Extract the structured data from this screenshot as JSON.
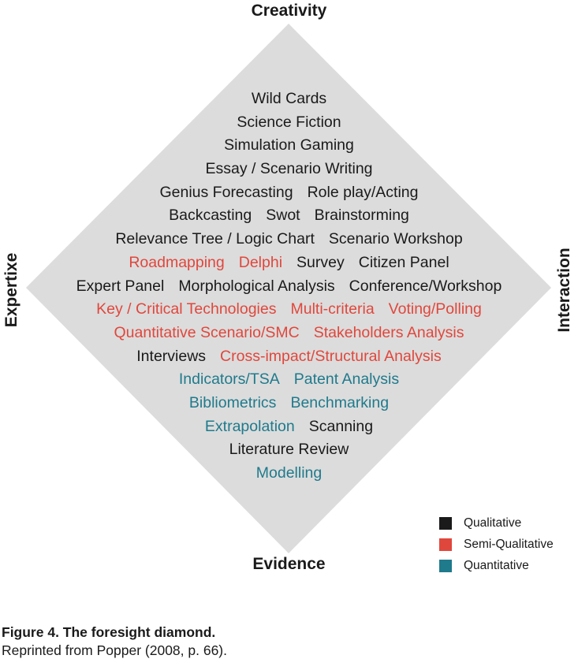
{
  "axes": {
    "top": "Creativity",
    "bottom": "Evidence",
    "left": "Expertixe",
    "right": "Interaction"
  },
  "colors": {
    "diamond": "#dcdcdc",
    "qualitative": "#1a1a1a",
    "semi": "#e0473c",
    "quantitative": "#1f7a8c"
  },
  "rows": [
    [
      {
        "text": "Wild Cards",
        "type": "qualitative"
      }
    ],
    [
      {
        "text": "Science Fiction",
        "type": "qualitative"
      }
    ],
    [
      {
        "text": "Simulation Gaming",
        "type": "qualitative"
      }
    ],
    [
      {
        "text": "Essay / Scenario Writing",
        "type": "qualitative"
      }
    ],
    [
      {
        "text": "Genius Forecasting",
        "type": "qualitative"
      },
      {
        "text": "Role play/Acting",
        "type": "qualitative"
      }
    ],
    [
      {
        "text": "Backcasting",
        "type": "qualitative"
      },
      {
        "text": "Swot",
        "type": "qualitative"
      },
      {
        "text": "Brainstorming",
        "type": "qualitative"
      }
    ],
    [
      {
        "text": "Relevance Tree / Logic Chart",
        "type": "qualitative"
      },
      {
        "text": "Scenario Workshop",
        "type": "qualitative"
      }
    ],
    [
      {
        "text": "Roadmapping",
        "type": "semi"
      },
      {
        "text": "Delphi",
        "type": "semi"
      },
      {
        "text": "Survey",
        "type": "qualitative"
      },
      {
        "text": "Citizen Panel",
        "type": "qualitative"
      }
    ],
    [
      {
        "text": "Expert Panel",
        "type": "qualitative"
      },
      {
        "text": "Morphological Analysis",
        "type": "qualitative"
      },
      {
        "text": "Conference/Workshop",
        "type": "qualitative"
      }
    ],
    [
      {
        "text": "Key / Critical Technologies",
        "type": "semi"
      },
      {
        "text": "Multi-criteria",
        "type": "semi"
      },
      {
        "text": "Voting/Polling",
        "type": "semi"
      }
    ],
    [
      {
        "text": "Quantitative Scenario/SMC",
        "type": "semi"
      },
      {
        "text": "Stakeholders Analysis",
        "type": "semi"
      }
    ],
    [
      {
        "text": "Interviews",
        "type": "qualitative"
      },
      {
        "text": "Cross-impact/Structural Analysis",
        "type": "semi"
      }
    ],
    [
      {
        "text": "Indicators/TSA",
        "type": "quant"
      },
      {
        "text": "Patent Analysis",
        "type": "quant"
      }
    ],
    [
      {
        "text": "Bibliometrics",
        "type": "quant"
      },
      {
        "text": "Benchmarking",
        "type": "quant"
      }
    ],
    [
      {
        "text": "Extrapolation",
        "type": "quant"
      },
      {
        "text": "Scanning",
        "type": "qualitative"
      }
    ],
    [
      {
        "text": "Literature Review",
        "type": "qualitative"
      }
    ],
    [
      {
        "text": "Modelling",
        "type": "quant"
      }
    ]
  ],
  "legend": [
    {
      "label": "Qualitative",
      "color": "#1a1a1a"
    },
    {
      "label": "Semi-Qualitative",
      "color": "#e0473c"
    },
    {
      "label": "Quantitative",
      "color": "#1f7a8c"
    }
  ],
  "caption": {
    "title": "Figure 4. The foresight diamond.",
    "source": "Reprinted from Popper (2008, p. 66)."
  }
}
